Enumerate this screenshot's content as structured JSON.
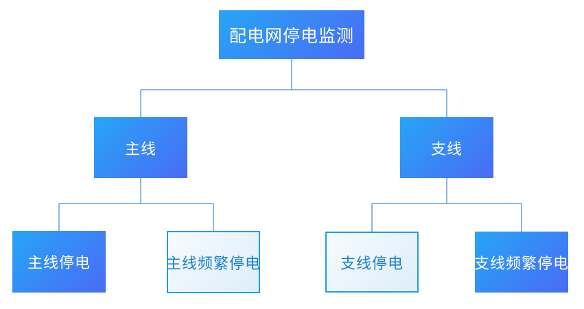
{
  "diagram": {
    "title": "配电网停电监测",
    "type": "org-tree",
    "colors": {
      "node_grad_start": "#27a5f6",
      "node_grad_end": "#4a6bf5",
      "outline_border": "#1e9bf0",
      "outline_bg_start": "#f7fbfe",
      "outline_bg_end": "#ddeefa",
      "outline_text": "#1a80d2",
      "line_color": "#1d6fc0",
      "node_text": "#ffffff"
    },
    "nodes": {
      "root": {
        "label": "配电网停电监测",
        "style": "filled"
      },
      "main_line": {
        "label": "主线",
        "style": "filled"
      },
      "branch_line": {
        "label": "支线",
        "style": "filled"
      },
      "main_outage": {
        "label": "主线停电",
        "style": "filled"
      },
      "main_frequent_outage": {
        "label": "主线频繁停电",
        "style": "outlined"
      },
      "branch_outage": {
        "label": "支线停电",
        "style": "outlined"
      },
      "branch_frequent_outage": {
        "label": "支线频繁停电",
        "style": "filled"
      }
    },
    "edges": [
      {
        "from": "配电网停电监测",
        "to": "主线"
      },
      {
        "from": "配电网停电监测",
        "to": "支线"
      },
      {
        "from": "主线",
        "to": "主线停电"
      },
      {
        "from": "主线",
        "to": "主线频繁停电"
      },
      {
        "from": "支线",
        "to": "支线停电"
      },
      {
        "from": "支线",
        "to": "支线频繁停电"
      }
    ]
  }
}
